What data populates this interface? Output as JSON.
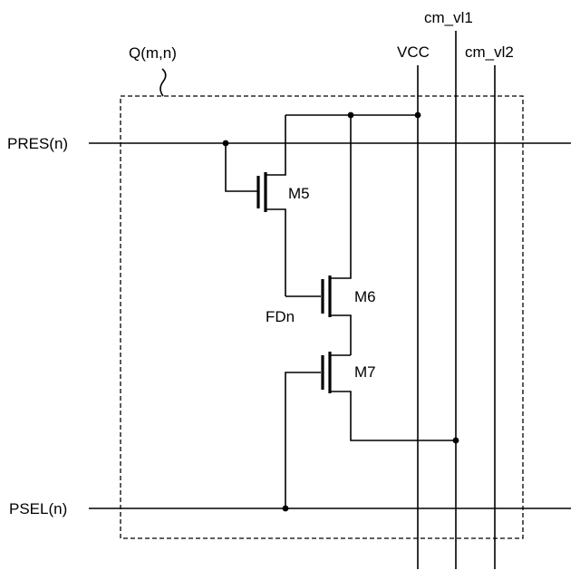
{
  "cell_label": "Q(m,n)",
  "signals": {
    "pres": "PRES(n)",
    "psel": "PSEL(n)",
    "vcc": "VCC",
    "cm_vl1": "cm_vl1",
    "cm_vl2": "cm_vl2"
  },
  "transistors": {
    "m5": "M5",
    "m6": "M6",
    "m7": "M7"
  },
  "nodes": {
    "fd": "FDn"
  },
  "colors": {
    "line": "#000000",
    "background": "#ffffff"
  }
}
